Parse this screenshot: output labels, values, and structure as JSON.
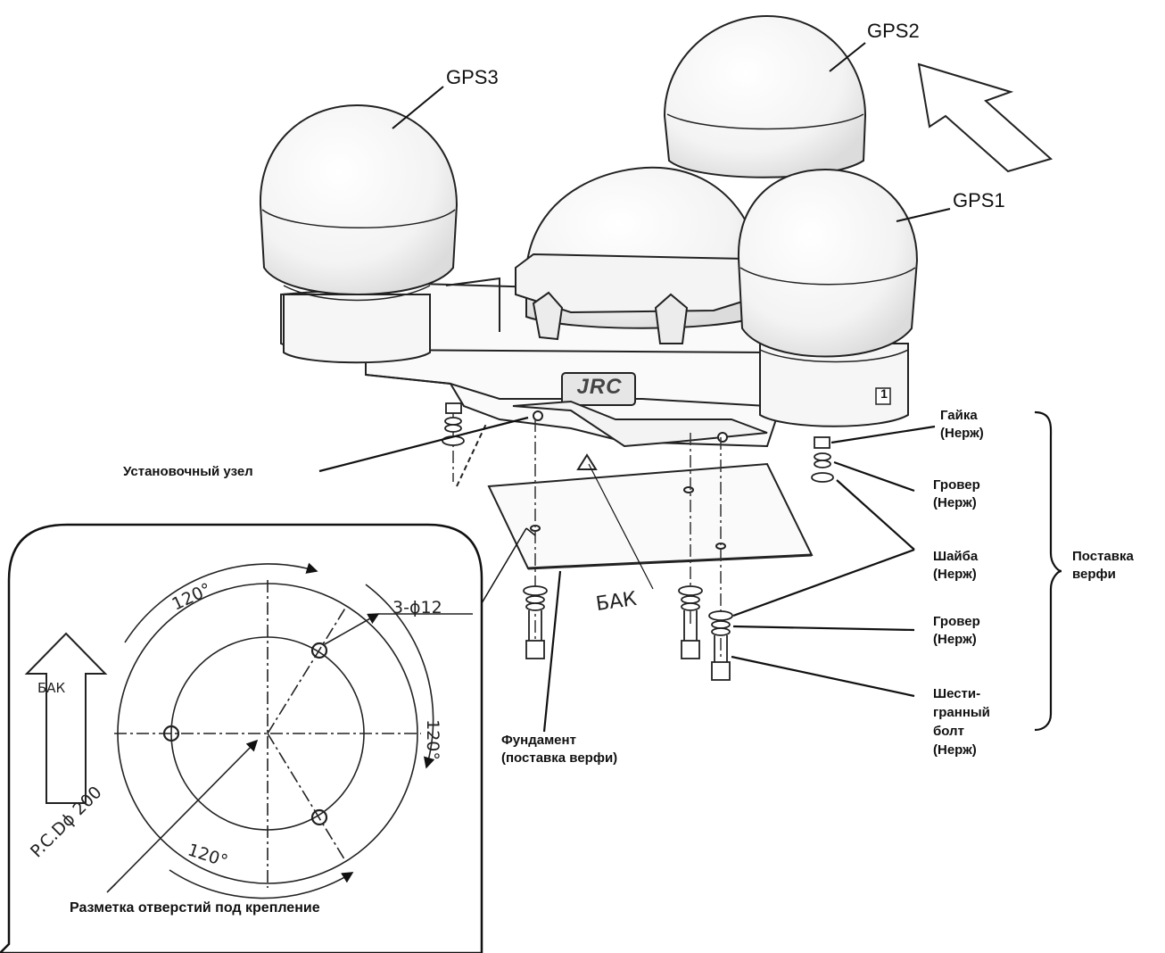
{
  "gps": {
    "gps1": "GPS1",
    "gps2": "GPS2",
    "gps3": "GPS3"
  },
  "unit": {
    "logo": "JRC",
    "badge": "1"
  },
  "callouts": {
    "mount_node": "Установочный узел",
    "nut": [
      "Гайка",
      "(Нерж)"
    ],
    "spring_washer_top": [
      "Гровер",
      "(Нерж)"
    ],
    "washer": [
      "Шайба",
      "(Нерж)"
    ],
    "spring_washer_bottom": [
      "Гровер",
      "(Нерж)"
    ],
    "hex_bolt": [
      "Шести-",
      "гранный",
      "болт",
      "(Нерж)"
    ],
    "shipyard_supply": [
      "Поставка",
      "верфи"
    ],
    "foundation": [
      "Фундамент",
      "(поставка верфи)"
    ],
    "bow_plate": "БАК"
  },
  "hole_layout": {
    "title": "Разметка отверстий под крепление",
    "bow_arrow": "БАК",
    "holes_spec": "3-ϕ12",
    "pcd": "P.C.Dϕ 200",
    "angle_top": "120°",
    "angle_right": "120°",
    "angle_bottom": "120°"
  }
}
